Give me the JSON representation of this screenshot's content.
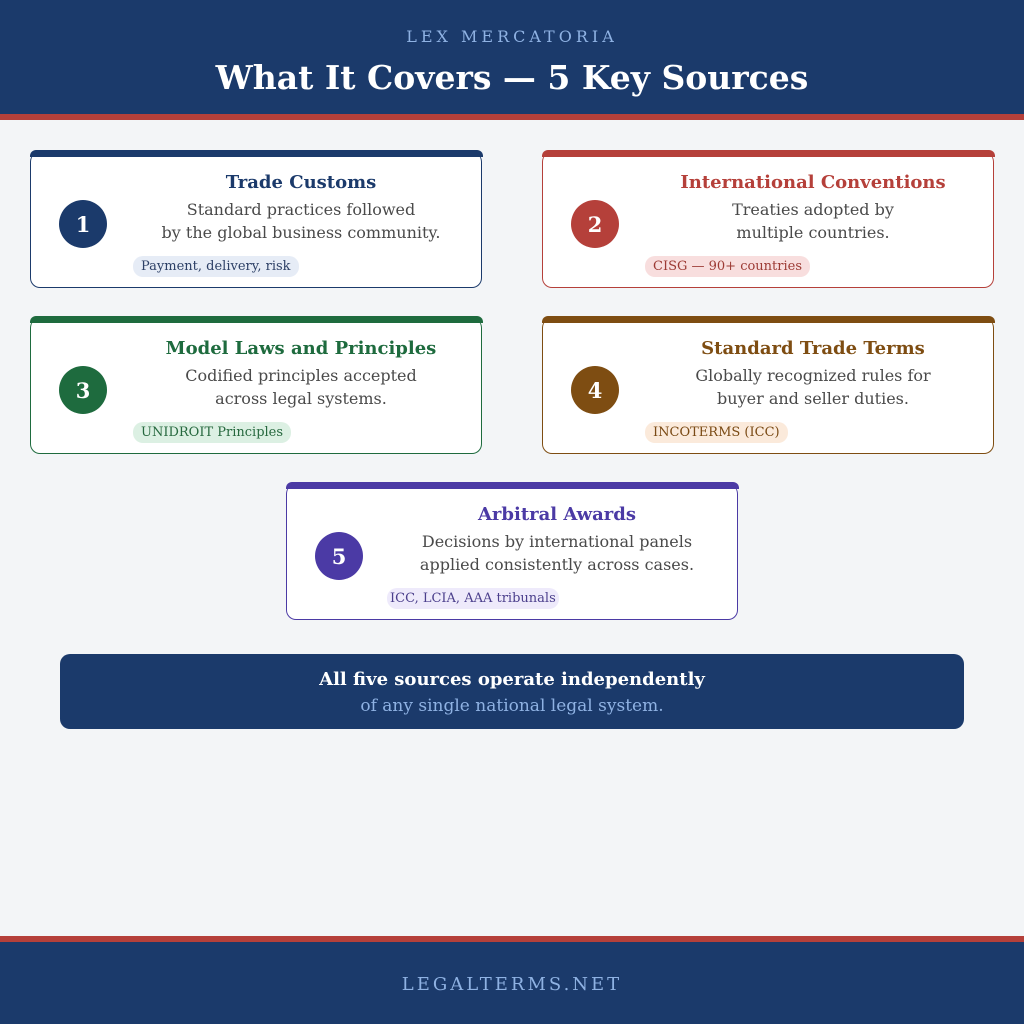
{
  "header": {
    "eyebrow": "LEX MERCATORIA",
    "title": "What It Covers — 5 Key Sources"
  },
  "colors": {
    "navy": "#1b3a6b",
    "accent_red": "#b5403a",
    "light_blue": "#8fb2e3",
    "background": "#f3f5f7"
  },
  "cards": [
    {
      "number": "1",
      "title": "Trade Customs",
      "desc_line1": "Standard practices followed",
      "desc_line2": "by the global business community.",
      "tag": "Payment, delivery, risk",
      "color": "#1b3a6b",
      "tag_bg": "#e6ecf6",
      "tag_color": "#2d4066"
    },
    {
      "number": "2",
      "title": "International Conventions",
      "desc_line1": "Treaties adopted by",
      "desc_line2": "multiple countries.",
      "tag": "CISG — 90+ countries",
      "color": "#b5403a",
      "tag_bg": "#f8dede",
      "tag_color": "#9c3a34"
    },
    {
      "number": "3",
      "title": "Model Laws and Principles",
      "desc_line1": "Codified principles accepted",
      "desc_line2": "across legal systems.",
      "tag": "UNIDROIT Principles",
      "color": "#1e6b3e",
      "tag_bg": "#dcf0e3",
      "tag_color": "#26683e"
    },
    {
      "number": "4",
      "title": "Standard Trade Terms",
      "desc_line1": "Globally recognized rules for",
      "desc_line2": "buyer and seller duties.",
      "tag": "INCOTERMS (ICC)",
      "color": "#7e4d12",
      "tag_bg": "#fbeadb",
      "tag_color": "#7a4a14"
    },
    {
      "number": "5",
      "title": "Arbitral Awards",
      "desc_line1": "Decisions by international panels",
      "desc_line2": "applied consistently across cases.",
      "tag": "ICC, LCIA, AAA tribunals",
      "color": "#4b3aa5",
      "tag_bg": "#eeeafb",
      "tag_color": "#4b3f8c"
    }
  ],
  "summary": {
    "line1": "All five sources operate independently",
    "line2": "of any single national legal system."
  },
  "footer": {
    "text": "LEGALTERMS.NET"
  }
}
